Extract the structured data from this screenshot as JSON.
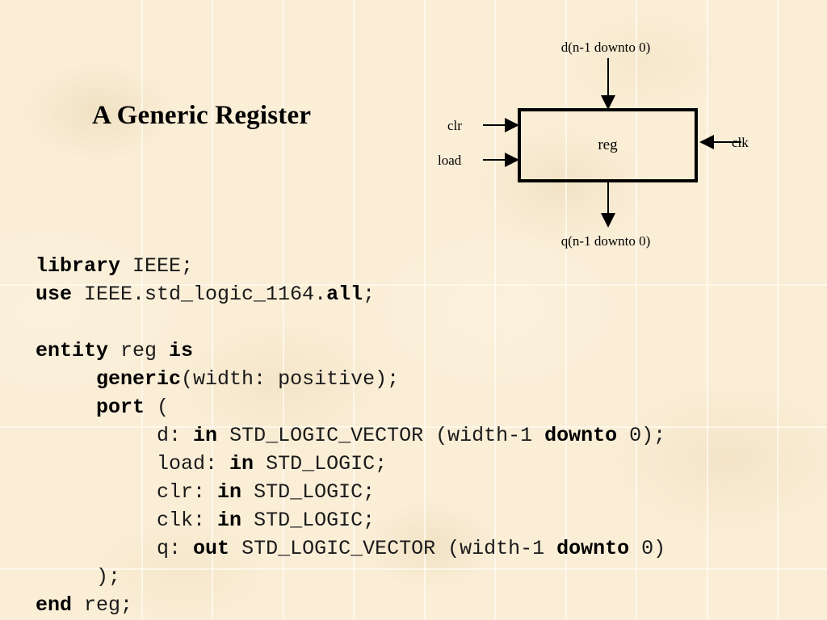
{
  "slide": {
    "title": "A Generic Register",
    "background_color": "#faeed7",
    "text_color": "#1a1a1a",
    "line_color": "#000000"
  },
  "diagram": {
    "block_label": "reg",
    "top_input_label": "d(n-1 downto 0)",
    "bottom_output_label": "q(n-1 downto 0)",
    "left_input_1_label": "clr",
    "left_input_2_label": "load",
    "right_input_label": "clk"
  },
  "code": {
    "language": "VHDL",
    "lines": [
      {
        "indent": 0,
        "tokens": [
          {
            "t": "library",
            "b": true
          },
          {
            "t": " IEEE;",
            "b": false
          }
        ]
      },
      {
        "indent": 0,
        "tokens": [
          {
            "t": "use",
            "b": true
          },
          {
            "t": " IEEE.std_logic_1164.",
            "b": false
          },
          {
            "t": "all",
            "b": true
          },
          {
            "t": ";",
            "b": false
          }
        ]
      },
      {
        "indent": 0,
        "tokens": [
          {
            "t": " ",
            "b": false
          }
        ]
      },
      {
        "indent": 0,
        "tokens": [
          {
            "t": "entity",
            "b": true
          },
          {
            "t": " reg ",
            "b": false
          },
          {
            "t": "is",
            "b": true
          }
        ]
      },
      {
        "indent": 1,
        "tokens": [
          {
            "t": "generic",
            "b": true
          },
          {
            "t": "(width: positive);",
            "b": false
          }
        ]
      },
      {
        "indent": 1,
        "tokens": [
          {
            "t": "port",
            "b": true
          },
          {
            "t": " (",
            "b": false
          }
        ]
      },
      {
        "indent": 2,
        "tokens": [
          {
            "t": "d: ",
            "b": false
          },
          {
            "t": "in",
            "b": true
          },
          {
            "t": " STD_LOGIC_VECTOR (width-1 ",
            "b": false
          },
          {
            "t": "downto",
            "b": true
          },
          {
            "t": " 0);",
            "b": false
          }
        ]
      },
      {
        "indent": 2,
        "tokens": [
          {
            "t": "load: ",
            "b": false
          },
          {
            "t": "in",
            "b": true
          },
          {
            "t": " STD_LOGIC;",
            "b": false
          }
        ]
      },
      {
        "indent": 2,
        "tokens": [
          {
            "t": "clr: ",
            "b": false
          },
          {
            "t": "in",
            "b": true
          },
          {
            "t": " STD_LOGIC;",
            "b": false
          }
        ]
      },
      {
        "indent": 2,
        "tokens": [
          {
            "t": "clk: ",
            "b": false
          },
          {
            "t": "in",
            "b": true
          },
          {
            "t": " STD_LOGIC;",
            "b": false
          }
        ]
      },
      {
        "indent": 2,
        "tokens": [
          {
            "t": "q: ",
            "b": false
          },
          {
            "t": "out",
            "b": true
          },
          {
            "t": " STD_LOGIC_VECTOR (width-1 ",
            "b": false
          },
          {
            "t": "downto",
            "b": true
          },
          {
            "t": " 0)",
            "b": false
          }
        ]
      },
      {
        "indent": 1,
        "tokens": [
          {
            "t": ");",
            "b": false
          }
        ]
      },
      {
        "indent": 0,
        "tokens": [
          {
            "t": "end",
            "b": true
          },
          {
            "t": " reg;",
            "b": false
          }
        ]
      }
    ]
  },
  "paper_grid": {
    "vertical_x": [
      175,
      262,
      350,
      437,
      525,
      612,
      700,
      787,
      875,
      962
    ],
    "horizontal_y": [
      352,
      528,
      704
    ]
  }
}
